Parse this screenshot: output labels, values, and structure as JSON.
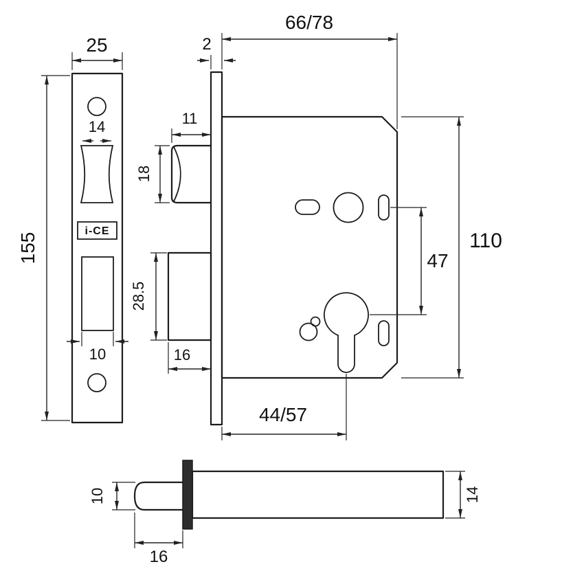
{
  "drawing": {
    "type": "technical-drawing",
    "subject": "mortice lock case dimensions",
    "colors": {
      "line": "#1c1c1c",
      "text": "#111111",
      "background": "#ffffff",
      "plate_fill": "#2e2e2e"
    },
    "front_view": {
      "width": "25",
      "height": "155",
      "latch_width": "14",
      "bolt_slot_width": "10",
      "logo": "i-CE"
    },
    "side_view": {
      "plate_thickness": "2",
      "case_depth": "66/78",
      "latch_thickness": "11",
      "latch_height": "18",
      "deadbolt_height": "28.5",
      "deadbolt_depth": "16",
      "centres": "47",
      "case_height": "110",
      "backset": "44/57"
    },
    "bolt_view": {
      "bolt_diameter": "10",
      "bar_height": "14",
      "bolt_length": "16"
    }
  }
}
